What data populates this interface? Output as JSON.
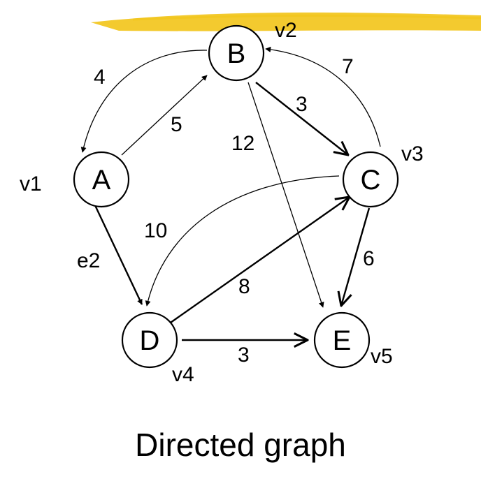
{
  "highlight_color": "#f2c418",
  "nodes": {
    "A": {
      "label": "A",
      "vlabel": "v1"
    },
    "B": {
      "label": "B",
      "vlabel": "v2"
    },
    "C": {
      "label": "C",
      "vlabel": "v3"
    },
    "D": {
      "label": "D",
      "vlabel": "v4"
    },
    "E": {
      "label": "E",
      "vlabel": "v5"
    }
  },
  "edges": {
    "B_A": {
      "from": "B",
      "to": "A",
      "weight": "4"
    },
    "A_B": {
      "from": "A",
      "to": "B",
      "weight": "5"
    },
    "B_C": {
      "from": "B",
      "to": "C",
      "weight": "3"
    },
    "C_B": {
      "from": "C",
      "to": "B",
      "weight": "7"
    },
    "B_E": {
      "from": "B",
      "to": "E",
      "weight": "12"
    },
    "A_D": {
      "from": "A",
      "to": "D",
      "weight": "e2"
    },
    "C_D": {
      "from": "C",
      "to": "D",
      "weight": "10"
    },
    "D_C": {
      "from": "D",
      "to": "C",
      "weight": "8"
    },
    "C_E": {
      "from": "C",
      "to": "E",
      "weight": "6"
    },
    "D_E": {
      "from": "D",
      "to": "E",
      "weight": "3"
    }
  },
  "caption": "Directed graph"
}
